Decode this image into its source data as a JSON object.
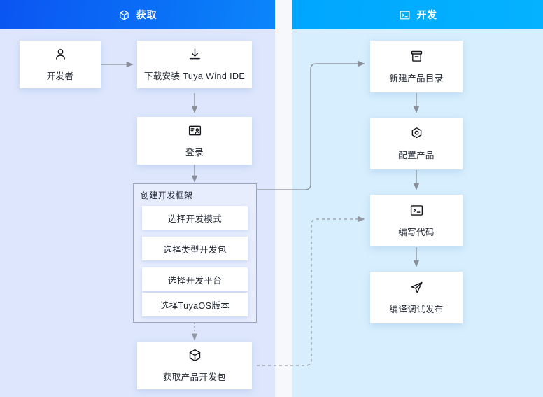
{
  "columns": {
    "left": {
      "header": {
        "label": "获取",
        "icon": "cube-icon",
        "color": "#0b5ff5"
      },
      "nodes": [
        {
          "id": "developer",
          "label": "开发者",
          "icon": "user-icon"
        },
        {
          "id": "download",
          "label": "下载安装 Tuya Wind IDE",
          "icon": "download-icon"
        },
        {
          "id": "login",
          "label": "登录",
          "icon": "id-card-icon"
        },
        {
          "id": "get-package",
          "label": "获取产品开发包",
          "icon": "cube-icon"
        }
      ],
      "group": {
        "id": "create-framework",
        "title": "创建开发框架",
        "items": [
          {
            "id": "dev-mode",
            "label": "选择开发模式"
          },
          {
            "id": "package-type",
            "label": "选择类型开发包"
          },
          {
            "id": "platform",
            "label": "选择开发平台"
          },
          {
            "id": "tuyaos",
            "label": "选择TuyaOS版本"
          }
        ]
      }
    },
    "right": {
      "header": {
        "label": "开发",
        "icon": "terminal-icon",
        "color": "#00aaff"
      },
      "nodes": [
        {
          "id": "new-product-dir",
          "label": "新建产品目录",
          "icon": "archive-icon"
        },
        {
          "id": "config-product",
          "label": "配置产品",
          "icon": "settings-icon"
        },
        {
          "id": "write-code",
          "label": "编写代码",
          "icon": "terminal-icon"
        },
        {
          "id": "build-publish",
          "label": "编译调试发布",
          "icon": "send-icon"
        }
      ]
    }
  },
  "connectors": [
    {
      "id": "developer-to-download",
      "style": "solid",
      "arrow": true
    },
    {
      "id": "download-to-login",
      "style": "solid",
      "arrow": true
    },
    {
      "id": "login-to-framework",
      "style": "solid",
      "arrow": true
    },
    {
      "id": "framework-to-get-package",
      "style": "dotted",
      "arrow": true
    },
    {
      "id": "framework-to-new-product-dir",
      "style": "solid",
      "arrow": true
    },
    {
      "id": "new-product-dir-to-config",
      "style": "solid",
      "arrow": true
    },
    {
      "id": "config-to-write-code",
      "style": "solid",
      "arrow": true
    },
    {
      "id": "write-code-to-build",
      "style": "solid",
      "arrow": true
    },
    {
      "id": "get-package-to-write-code",
      "style": "dashed",
      "arrow": true
    }
  ],
  "palette": {
    "panel_left_bg": "#dde6fc",
    "panel_right_bg": "#d6eefd",
    "gap_bg": "#f7f8fb",
    "card_bg": "#ffffff",
    "line": "#8a8f99",
    "text": "#1f2430"
  }
}
